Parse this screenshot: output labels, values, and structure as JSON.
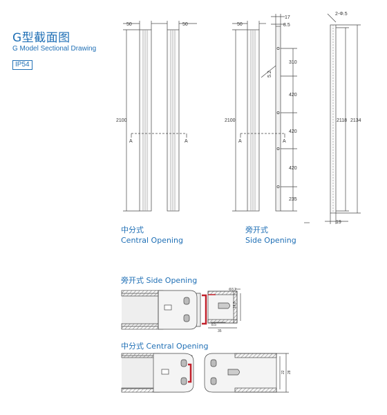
{
  "header": {
    "title_zh": "G型截面图",
    "title_en": "G Model Sectional Drawing",
    "rating": "IP54"
  },
  "front_views": {
    "central": {
      "width_left": "50",
      "width_right": "50",
      "height": "2100",
      "section_mark": "A",
      "caption_zh": "中分式",
      "caption_en": "Central Opening"
    },
    "side": {
      "width": "50",
      "height": "2100",
      "top_offset": "17",
      "top_offset_2": "8.5",
      "hole_label": "5.2",
      "spacings": [
        "310",
        "420",
        "420",
        "420",
        "235"
      ],
      "section_mark": "A",
      "caption_zh": "旁开式",
      "caption_en": "Side Opening"
    },
    "profile": {
      "holes": "2-Φ.5",
      "height_inner": "2118",
      "height_outer": "2134",
      "width": "19"
    }
  },
  "sections": {
    "side_title": "旁开式 Side Opening",
    "central_title": "中分式 Central Opening",
    "side_dims": {
      "dia": "Φ3.2",
      "h": "16.8",
      "a": "8.5",
      "w": "35"
    },
    "central_dims": {
      "a": "22",
      "b": "28"
    }
  }
}
